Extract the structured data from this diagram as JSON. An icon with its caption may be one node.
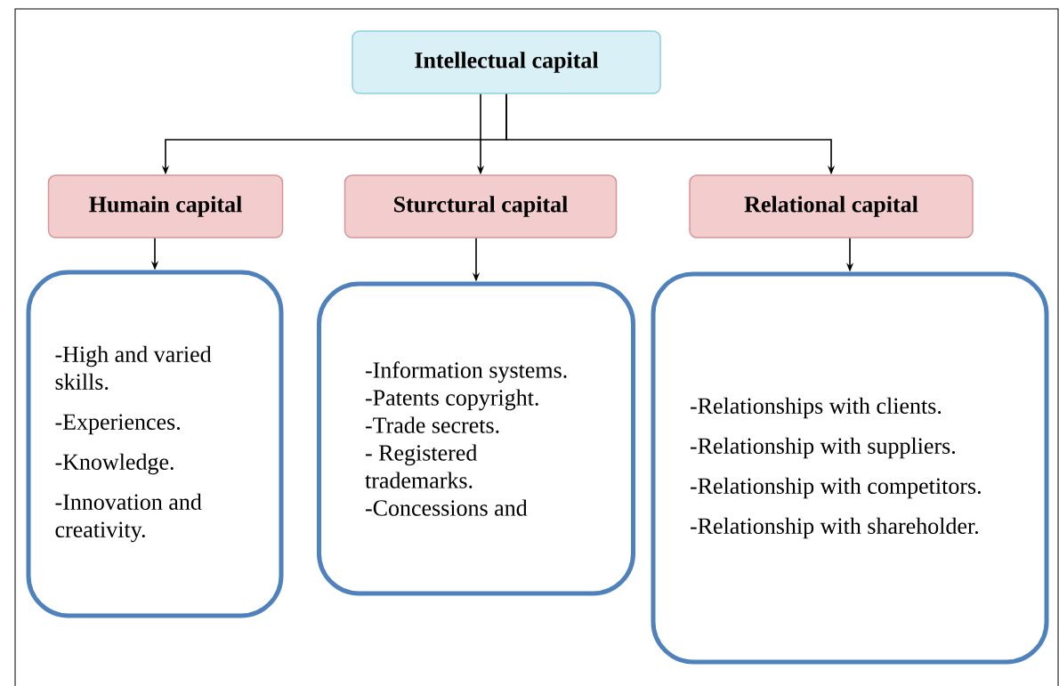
{
  "diagram": {
    "nodes": [
      {
        "text": [
          "Intellectual capital"
        ]
      },
      {
        "text": [
          "Humain capital"
        ]
      },
      {
        "text": [
          "Sturctural capital"
        ]
      },
      {
        "text": [
          "Relational capital"
        ]
      },
      {
        "text": [
          "-High and varied skills.",
          "-Experiences.",
          "-Knowledge.",
          "-Innovation and creativity."
        ]
      },
      {
        "text": [
          "-Information systems.",
          "-Patents copyright.",
          "-Trade secrets.",
          "- Registered trademarks.",
          "-Concessions and"
        ]
      },
      {
        "text": [
          "-Relationships with clients.",
          "-Relationship with suppliers.",
          "-Relationship with competitors.",
          "-Relationship with shareholder."
        ]
      }
    ],
    "edges": [
      {
        "from": 0,
        "to": 1,
        "arrow": "to"
      },
      {
        "from": 0,
        "to": 2,
        "arrow": "to"
      },
      {
        "from": 0,
        "to": 3,
        "arrow": "to"
      },
      {
        "from": 1,
        "to": 4,
        "arrow": "to"
      },
      {
        "from": 2,
        "to": 5,
        "arrow": "to"
      },
      {
        "from": 3,
        "to": 6,
        "arrow": "to"
      }
    ]
  }
}
